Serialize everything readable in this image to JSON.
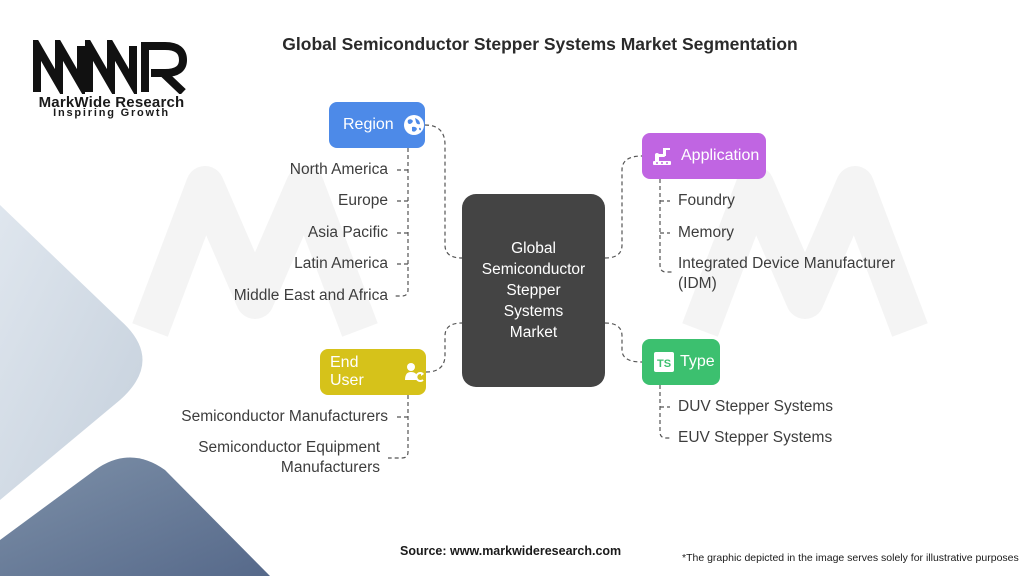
{
  "title": "Global Semiconductor Stepper Systems Market Segmentation",
  "brand": {
    "logo_text": "MWR",
    "name": "MarkWide Research",
    "tagline": "Inspiring Growth"
  },
  "center": {
    "line1": "Global",
    "line2": "Semiconductor",
    "line3": "Stepper",
    "line4": "Systems",
    "line5": "Market"
  },
  "segments": {
    "region": {
      "label": "Region",
      "color": "#4d8ae8",
      "icon": "globe-icon",
      "items": [
        "North America",
        "Europe",
        "Asia Pacific",
        "Latin America",
        "Middle East and Africa"
      ]
    },
    "application": {
      "label": "Application",
      "color": "#c065e2",
      "icon": "robot-arm-icon",
      "items": [
        "Foundry",
        "Memory",
        "Integrated Device Manufacturer (IDM)"
      ]
    },
    "end_user": {
      "label": "End User",
      "color": "#d6c21a",
      "icon": "user-refresh-icon",
      "items": [
        "Semiconductor Manufacturers",
        "Semiconductor Equipment Manufacturers"
      ]
    },
    "type": {
      "label": "Type",
      "color": "#3cc06f",
      "icon": "ts-badge-icon",
      "items": [
        "DUV Stepper Systems",
        "EUV Stepper Systems"
      ]
    }
  },
  "footer": {
    "source": "Source: www.markwideresearch.com",
    "disclaimer": "*The graphic depicted in the image serves solely for illustrative purposes"
  }
}
